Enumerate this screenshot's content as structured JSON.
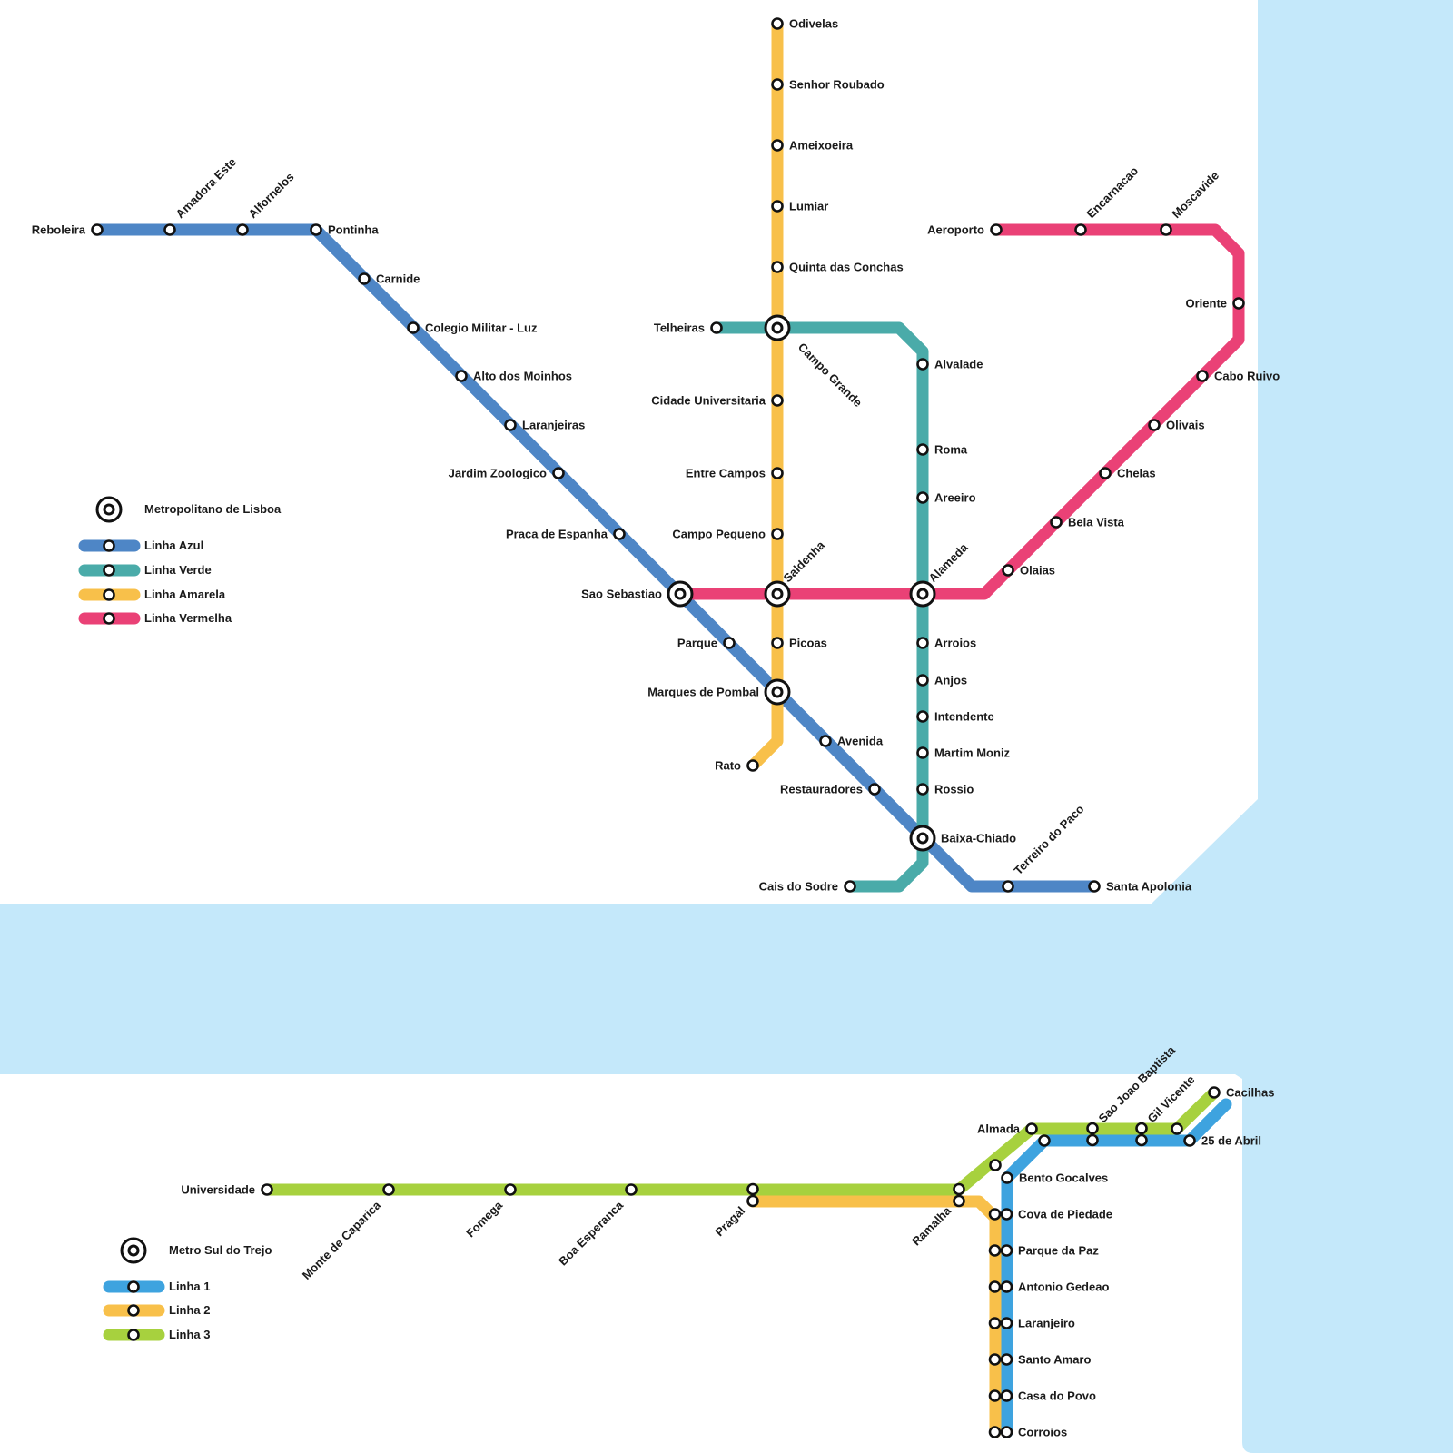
{
  "colors": {
    "water": "#c4e8fa",
    "land": "#ffffff",
    "linha_azul": "#4e86c6",
    "linha_verde": "#4aaba9",
    "linha_amarela": "#f8c04a",
    "linha_vermelha": "#ea4176",
    "linha_1": "#3ea3df",
    "linha_2": "#f8c04a",
    "linha_3": "#a7d13e"
  },
  "legend_lisboa": {
    "network": "Metropolitano de Lisboa",
    "lines": [
      {
        "key": "linha_azul",
        "label": "Linha Azul"
      },
      {
        "key": "linha_verde",
        "label": "Linha Verde"
      },
      {
        "key": "linha_amarela",
        "label": "Linha Amarela"
      },
      {
        "key": "linha_vermelha",
        "label": "Linha Vermelha"
      }
    ]
  },
  "legend_sul": {
    "network": "Metro Sul do Trejo",
    "lines": [
      {
        "key": "linha_1",
        "label": "Linha 1"
      },
      {
        "key": "linha_2",
        "label": "Linha 2"
      },
      {
        "key": "linha_3",
        "label": "Linha 3"
      }
    ]
  },
  "stations": {
    "reboleira": "Reboleira",
    "amadora_este": "Amadora Este",
    "alfornelos": "Alfornelos",
    "pontinha": "Pontinha",
    "carnide": "Carnide",
    "colegio_militar": "Colegio Militar - Luz",
    "alto_dos_moinhos": "Alto dos Moinhos",
    "laranjeiras": "Laranjeiras",
    "jardim_zoologico": "Jardim Zoologico",
    "praca_de_espanha": "Praca de Espanha",
    "sao_sebastiao": "Sao Sebastiao",
    "parque": "Parque",
    "marques_de_pombal": "Marques de Pombal",
    "avenida": "Avenida",
    "restauradores": "Restauradores",
    "baixa_chiado": "Baixa-Chiado",
    "terreiro_do_paco": "Terreiro do Paco",
    "santa_apolonia": "Santa Apolonia",
    "odivelas": "Odivelas",
    "senhor_roubado": "Senhor Roubado",
    "ameixoeira": "Ameixoeira",
    "lumiar": "Lumiar",
    "quinta_das_conchas": "Quinta das Conchas",
    "campo_grande": "Campo Grande",
    "cidade_universitaria": "Cidade Universitaria",
    "entre_campos": "Entre Campos",
    "campo_pequeno": "Campo Pequeno",
    "saldanha": "Saldenha",
    "picoas": "Picoas",
    "rato": "Rato",
    "telheiras": "Telheiras",
    "alvalade": "Alvalade",
    "roma": "Roma",
    "areeiro": "Areeiro",
    "alameda": "Alameda",
    "arroios": "Arroios",
    "anjos": "Anjos",
    "intendente": "Intendente",
    "martim_moniz": "Martim Moniz",
    "rossio": "Rossio",
    "cais_do_sodre": "Cais do Sodre",
    "aeroporto": "Aeroporto",
    "encarnacao": "Encarnacao",
    "moscavide": "Moscavide",
    "oriente": "Oriente",
    "cabo_ruivo": "Cabo Ruivo",
    "olivais": "Olivais",
    "chelas": "Chelas",
    "bela_vista": "Bela Vista",
    "olaias": "Olaias",
    "universidade": "Universidade",
    "monte_de_caparica": "Monte de Caparica",
    "fomega": "Fomega",
    "boa_esperanca": "Boa Esperanca",
    "pragal": "Pragal",
    "ramalha": "Ramalha",
    "almada": "Almada",
    "sao_joao_baptista": "Sao Joao Baptista",
    "gil_vicente": "Gil Vicente",
    "cacilhas": "Cacilhas",
    "vinte_cinco_de_abril": "25 de Abril",
    "bento_gocalves": "Bento Gocalves",
    "cova_de_piedade": "Cova de Piedade",
    "parque_da_paz": "Parque da Paz",
    "antonio_gedeao": "Antonio Gedeao",
    "laranjeiro": "Laranjeiro",
    "santo_amaro": "Santo Amaro",
    "casa_do_povo": "Casa do Povo",
    "corroios": "Corroios"
  }
}
